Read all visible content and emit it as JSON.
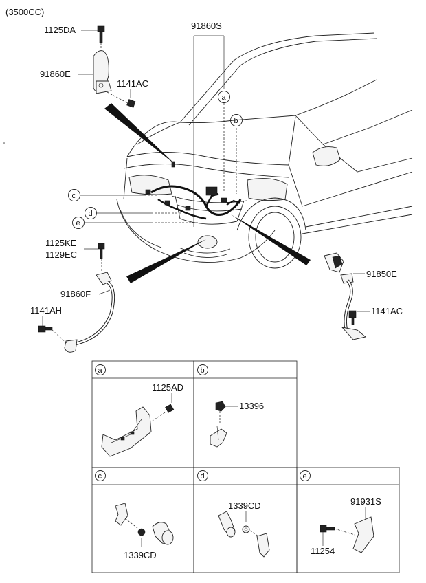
{
  "engine": "(3500CC)",
  "labels": {
    "bolt_top": "1125DA",
    "bracket_left": "91860E",
    "bolt_left_bracket": "1141AC",
    "harness_main": "91860S",
    "bolt_mid_a": "1125KE",
    "bolt_mid_b": "1129EC",
    "ground_cable": "91860F",
    "bolt_left_lower": "1141AH",
    "battery_cable": "91850E",
    "bolt_right": "1141AC"
  },
  "callouts": [
    "a",
    "b",
    "c",
    "d",
    "e"
  ],
  "details": {
    "a": {
      "letter": "a",
      "parts": [
        "1125AD"
      ]
    },
    "b": {
      "letter": "b",
      "parts": [
        "13396"
      ]
    },
    "c": {
      "letter": "c",
      "parts": [
        "1339CD"
      ]
    },
    "d": {
      "letter": "d",
      "parts": [
        "1339CD"
      ]
    },
    "e": {
      "letter": "e",
      "parts": [
        "91931S",
        "11254"
      ]
    }
  }
}
